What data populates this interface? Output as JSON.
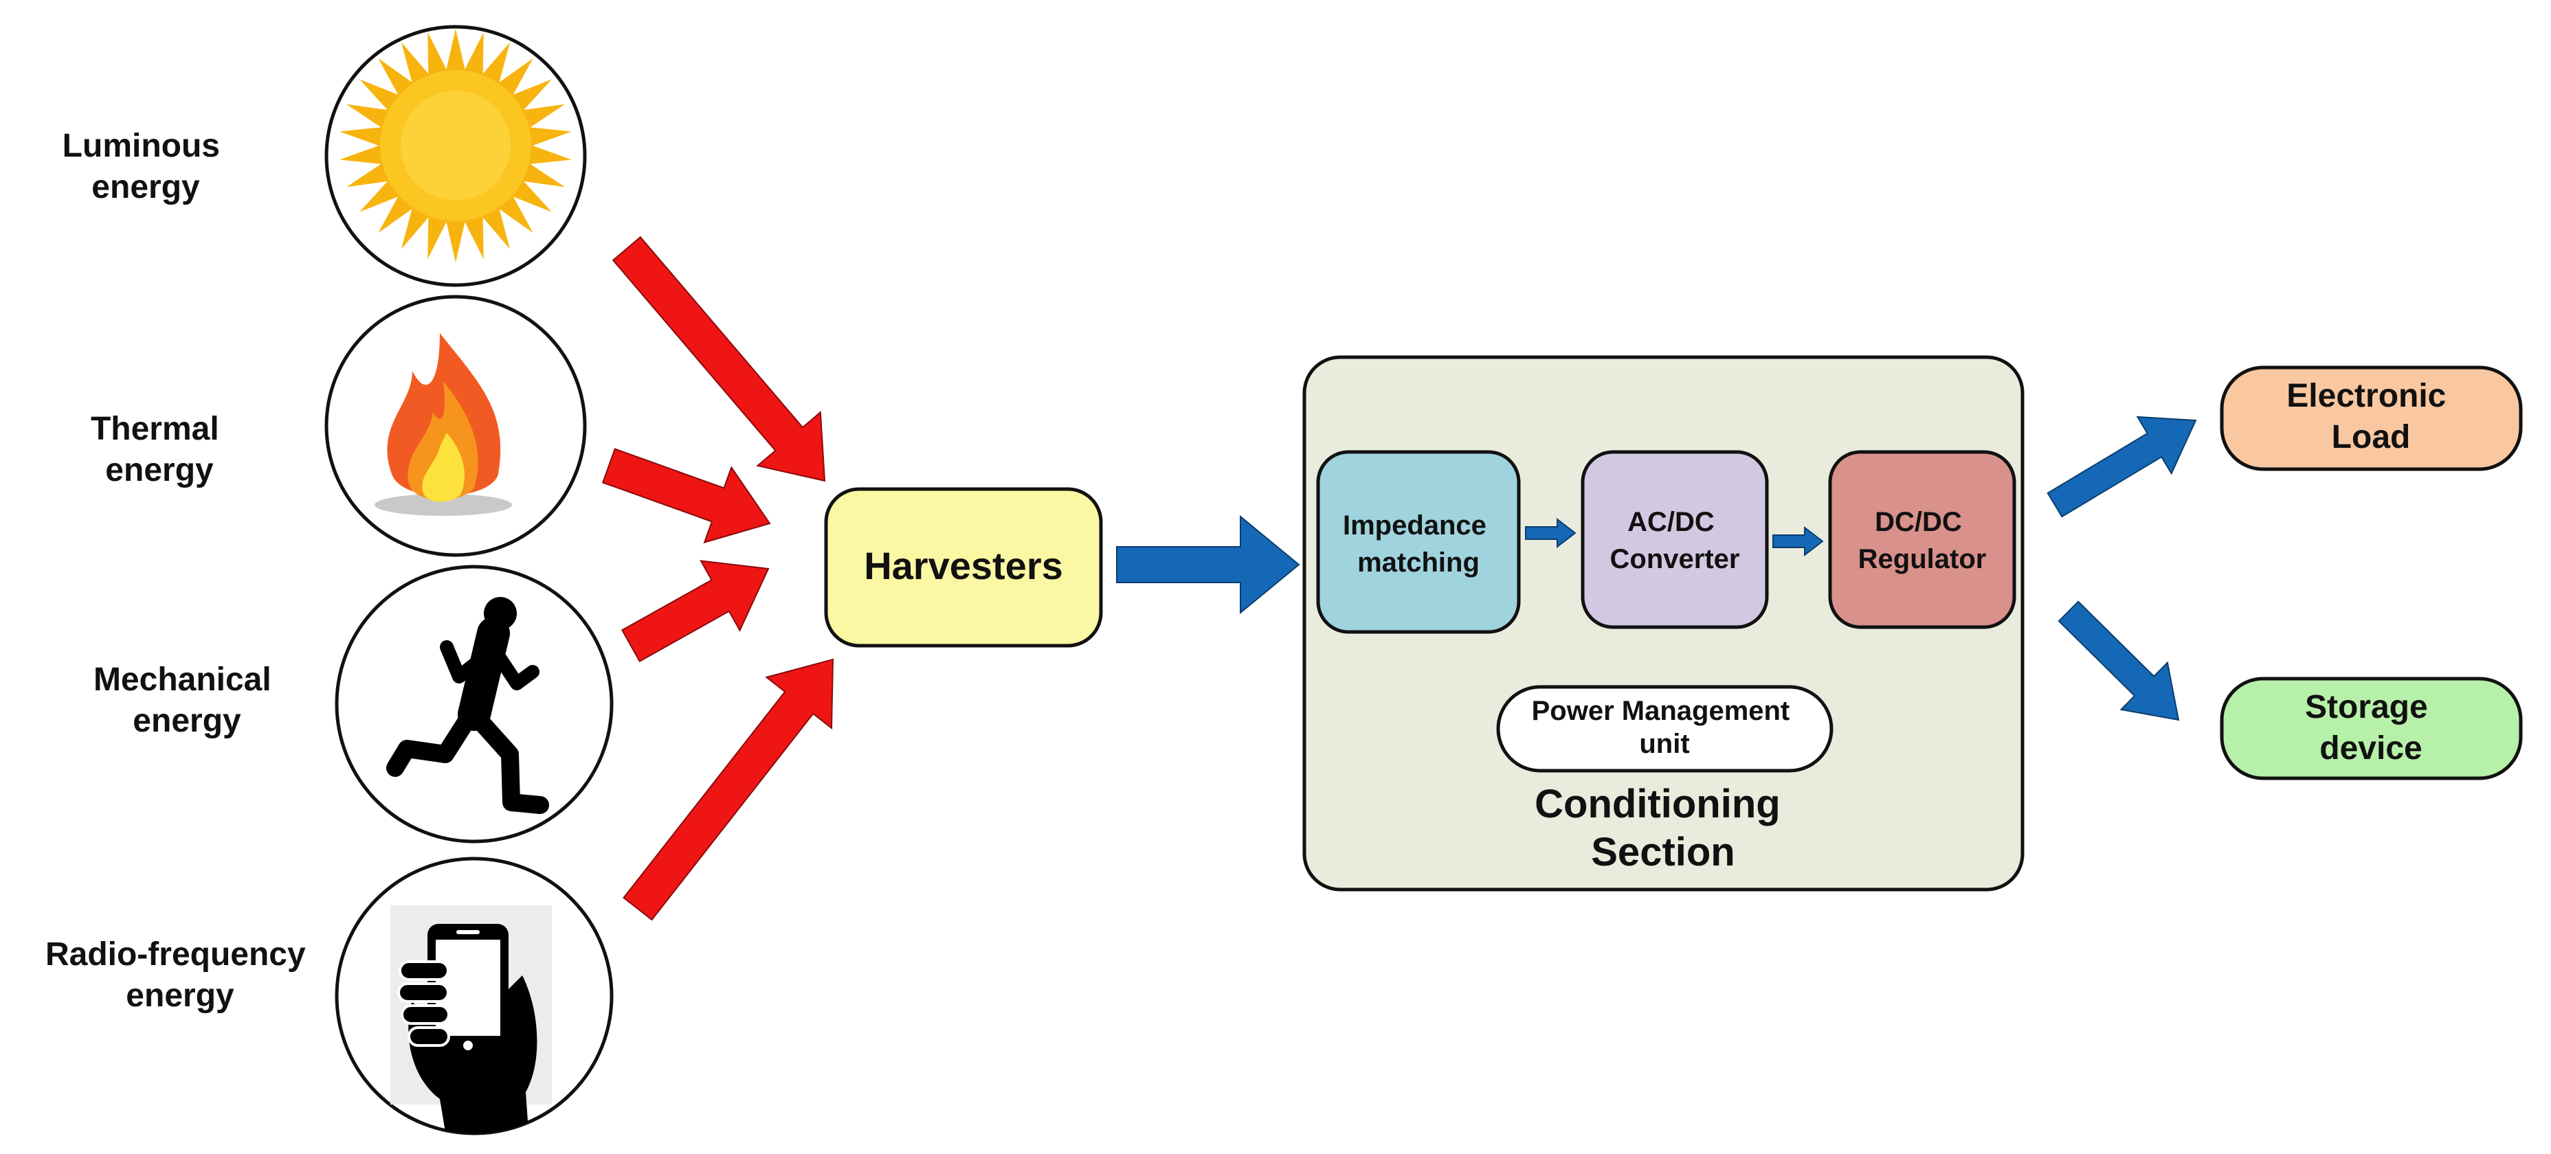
{
  "sources": [
    {
      "label_line1": "Luminous",
      "label_line2": "energy",
      "icon": "sun-icon"
    },
    {
      "label_line1": "Thermal",
      "label_line2": "energy",
      "icon": "flame-icon"
    },
    {
      "label_line1": "Mechanical",
      "label_line2": "energy",
      "icon": "runner-icon"
    },
    {
      "label_line1": "Radio-frequency",
      "label_line2": "energy",
      "icon": "smartphone-hand-icon"
    }
  ],
  "harvesters": {
    "label": "Harvesters",
    "fill": "#fbf7a3"
  },
  "conditioning": {
    "title_line1": "Conditioning",
    "title_line2": "Section",
    "fill": "#e9ecdd",
    "impedance": {
      "line1": "Impedance",
      "line2": "matching",
      "fill": "#9fd3de"
    },
    "acdc": {
      "line1": "AC/DC",
      "line2": "Converter",
      "fill": "#d2c8e2"
    },
    "dcdc": {
      "line1": "DC/DC",
      "line2": "Regulator",
      "fill": "#d9918b"
    },
    "pmu": {
      "line1": "Power Management",
      "line2": "unit"
    }
  },
  "outputs": {
    "load": {
      "line1": "Electronic",
      "line2": "Load",
      "fill": "#f9c8a1"
    },
    "storage": {
      "line1": "Storage",
      "line2": "device",
      "fill": "#b7f0a8"
    }
  },
  "colors": {
    "input_arrow": "#f01515",
    "flow_arrow": "#1568b5"
  }
}
